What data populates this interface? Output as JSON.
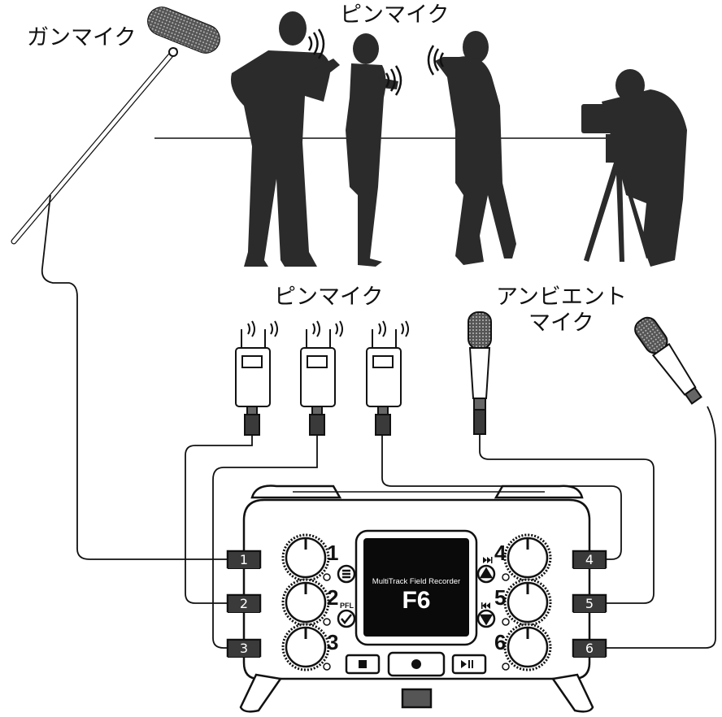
{
  "labels": {
    "gun_mic": "ガンマイク",
    "pin_mic_top": "ピンマイク",
    "pin_mic_bottom": "ピンマイク",
    "ambient_line1": "アンビエント",
    "ambient_line2": "マイク"
  },
  "recorder": {
    "screen_subtitle": "MultiTrack Field Recorder",
    "model": "F6",
    "pfl": "PFL",
    "knob_numbers": [
      "1",
      "2",
      "3",
      "4",
      "5",
      "6"
    ],
    "inputs": [
      "1",
      "2",
      "3",
      "4",
      "5",
      "6"
    ],
    "transport_icons": [
      "stop-icon",
      "record-icon",
      "play-pause-icon"
    ],
    "nav_icons": [
      "menu-icon",
      "check-icon",
      "up-icon",
      "down-icon",
      "forward-icon",
      "rewind-icon"
    ]
  }
}
